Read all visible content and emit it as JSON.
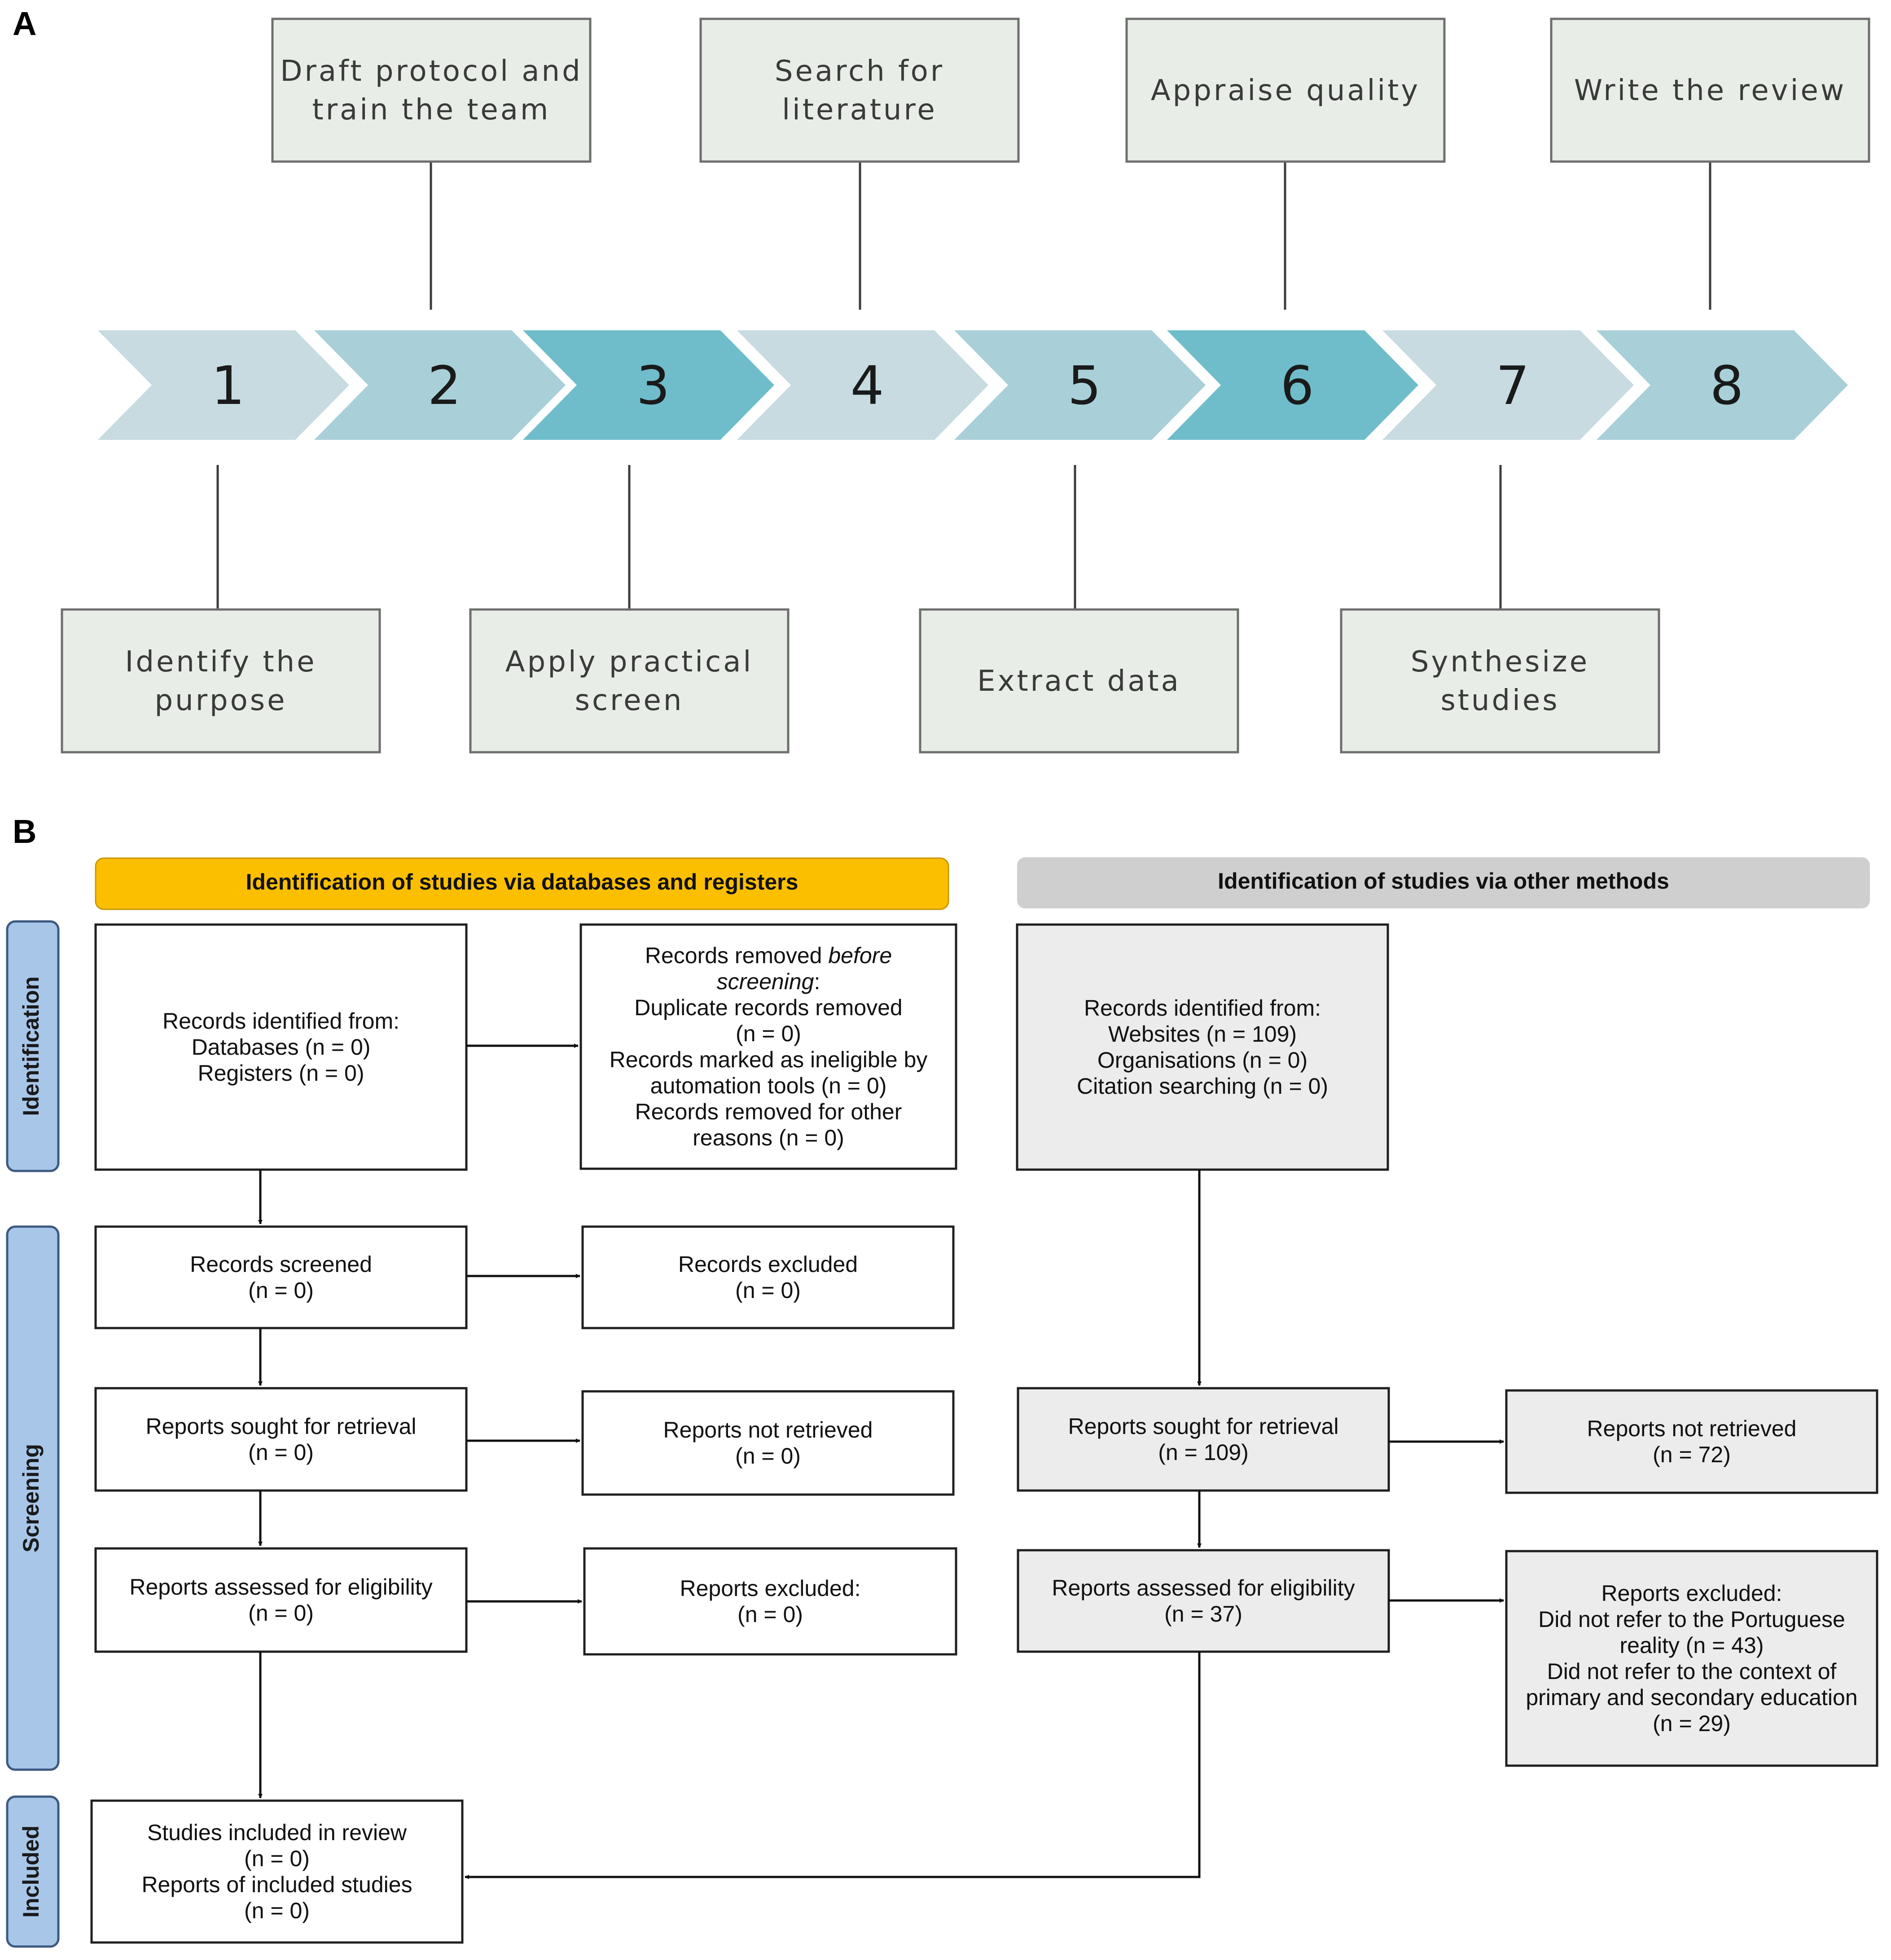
{
  "panels": {
    "a_label": "A",
    "b_label": "B"
  },
  "steps": [
    {
      "number": "1",
      "label": [
        "Identify the",
        "purpose"
      ],
      "color": "#c7dbe0"
    },
    {
      "number": "2",
      "label": [
        "Draft protocol and",
        "train the team"
      ],
      "color": "#a9d0d8"
    },
    {
      "number": "3",
      "label": [
        "Apply practical",
        "screen"
      ],
      "color": "#6fbdcb"
    },
    {
      "number": "4",
      "label": [
        "Search for",
        "literature"
      ],
      "color": "#c7dbe0"
    },
    {
      "number": "5",
      "label": [
        "Extract data"
      ],
      "color": "#a9d0d8"
    },
    {
      "number": "6",
      "label": [
        "Appraise quality"
      ],
      "color": "#6fbdcb"
    },
    {
      "number": "7",
      "label": [
        "Synthesize",
        "studies"
      ],
      "color": "#c7dbe0"
    },
    {
      "number": "8",
      "label": [
        "Write the review"
      ],
      "color": "#a9d0d8"
    }
  ],
  "prisma": {
    "headers": {
      "databases": "Identification of studies via databases and registers",
      "other": "Identification of studies via other methods"
    },
    "header_colors": {
      "databases": "#fcbf00",
      "other": "#cfcfcf"
    },
    "side_color": "#a8c6e8",
    "side_labels": {
      "identification": "Identification",
      "screening": "Screening",
      "included": "Included"
    },
    "boxes": {
      "db_identified": [
        "Records identified from:",
        "Databases (n = 0)",
        "Registers (n = 0)"
      ],
      "db_removed": [
        "Records removed before",
        "screening:",
        "Duplicate records removed",
        "(n = 0)",
        "Records marked as ineligible by",
        "automation tools (n = 0)",
        "Records removed for other",
        "reasons (n = 0)"
      ],
      "db_screened": [
        "Records screened",
        "(n = 0)"
      ],
      "db_excluded": [
        "Records excluded",
        "(n = 0)"
      ],
      "db_sought": [
        "Reports sought for retrieval",
        "(n = 0)"
      ],
      "db_not_retrieved": [
        "Reports not retrieved",
        "(n = 0)"
      ],
      "db_assessed": [
        "Reports assessed for eligibility",
        "(n = 0)"
      ],
      "db_reports_excluded": [
        "Reports excluded:",
        "(n = 0)"
      ],
      "included": [
        "Studies included in review",
        "(n = 0)",
        "Reports of included studies",
        "(n = 0)"
      ],
      "other_identified": [
        "Records identified from:",
        "Websites (n = 109)",
        "Organisations (n = 0)",
        "Citation searching (n = 0)"
      ],
      "other_sought": [
        "Reports sought for retrieval",
        "(n = 109)"
      ],
      "other_not_retrieved": [
        "Reports not retrieved",
        "(n = 72)"
      ],
      "other_assessed": [
        "Reports assessed for eligibility",
        "(n = 37)"
      ],
      "other_reports_excluded": [
        "Reports excluded:",
        "Did not refer to the Portuguese",
        "reality (n = 43)",
        "Did not refer to the context of",
        "primary and secondary education",
        "(n = 29)"
      ]
    }
  }
}
